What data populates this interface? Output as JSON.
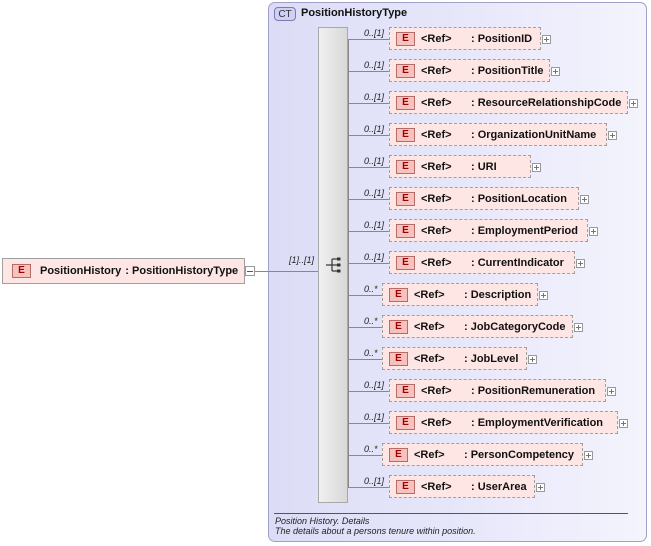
{
  "complex_type": {
    "badge": "CT",
    "name": "PositionHistoryType"
  },
  "root_element": {
    "badge": "E",
    "name": "PositionHistory",
    "type": ": PositionHistoryType",
    "cardinality": "[1]..[1]"
  },
  "children": [
    {
      "badge": "E",
      "ref": "<Ref>",
      "name": ": PositionID",
      "card": "0..[1]"
    },
    {
      "badge": "E",
      "ref": "<Ref>",
      "name": ": PositionTitle",
      "card": "0..[1]"
    },
    {
      "badge": "E",
      "ref": "<Ref>",
      "name": ": ResourceRelationshipCode",
      "card": "0..[1]"
    },
    {
      "badge": "E",
      "ref": "<Ref>",
      "name": ": OrganizationUnitName",
      "card": "0..[1]"
    },
    {
      "badge": "E",
      "ref": "<Ref>",
      "name": ": URI",
      "card": "0..[1]"
    },
    {
      "badge": "E",
      "ref": "<Ref>",
      "name": ": PositionLocation",
      "card": "0..[1]"
    },
    {
      "badge": "E",
      "ref": "<Ref>",
      "name": ": EmploymentPeriod",
      "card": "0..[1]"
    },
    {
      "badge": "E",
      "ref": "<Ref>",
      "name": ": CurrentIndicator",
      "card": "0..[1]"
    },
    {
      "badge": "E",
      "ref": "<Ref>",
      "name": ": Description",
      "card": "0..*"
    },
    {
      "badge": "E",
      "ref": "<Ref>",
      "name": ": JobCategoryCode",
      "card": "0..*"
    },
    {
      "badge": "E",
      "ref": "<Ref>",
      "name": ": JobLevel",
      "card": "0..*"
    },
    {
      "badge": "E",
      "ref": "<Ref>",
      "name": ": PositionRemuneration",
      "card": "0..[1]"
    },
    {
      "badge": "E",
      "ref": "<Ref>",
      "name": ": EmploymentVerification",
      "card": "0..[1]"
    },
    {
      "badge": "E",
      "ref": "<Ref>",
      "name": ": PersonCompetency",
      "card": "0..*"
    },
    {
      "badge": "E",
      "ref": "<Ref>",
      "name": ": UserArea",
      "card": "0..[1]"
    }
  ],
  "documentation": {
    "line1": "Position History. Details",
    "line2": "The details about a persons tenure within position."
  }
}
